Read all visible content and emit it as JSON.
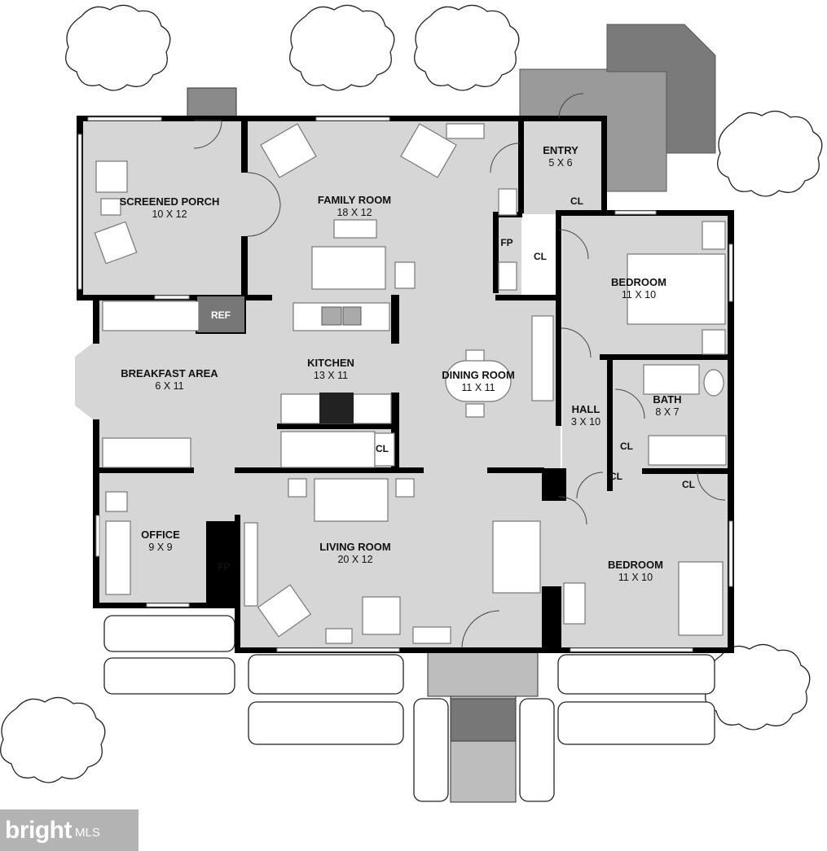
{
  "rooms": {
    "screened_porch": {
      "name": "SCREENED PORCH",
      "dims": "10 X 12"
    },
    "family_room": {
      "name": "FAMILY ROOM",
      "dims": "18 X 12"
    },
    "entry": {
      "name": "ENTRY",
      "dims": "5 X 6"
    },
    "bedroom_1": {
      "name": "BEDROOM",
      "dims": "11 X 10"
    },
    "breakfast_area": {
      "name": "BREAKFAST AREA",
      "dims": "6 X 11"
    },
    "kitchen": {
      "name": "KITCHEN",
      "dims": "13 X 11"
    },
    "dining_room": {
      "name": "DINING ROOM",
      "dims": "11 X 11"
    },
    "hall": {
      "name": "HALL",
      "dims": "3 X 10"
    },
    "bath": {
      "name": "BATH",
      "dims": "8 X 7"
    },
    "office": {
      "name": "OFFICE",
      "dims": "9 X 9"
    },
    "living_room": {
      "name": "LIVING ROOM",
      "dims": "20 X 12"
    },
    "bedroom_2": {
      "name": "BEDROOM",
      "dims": "11 X 10"
    }
  },
  "fixtures": {
    "closet_label": "CL",
    "fireplace_label": "FP",
    "refrigerator_label": "REF"
  },
  "logo": {
    "brand": "bright",
    "suffix": "MLS"
  },
  "colors": {
    "floor": "#d6d6d6",
    "wall": "#000000",
    "deck": "#9a9a9a",
    "stairs_exterior": "#7a7a7a",
    "brick": "#bdbdbd"
  }
}
